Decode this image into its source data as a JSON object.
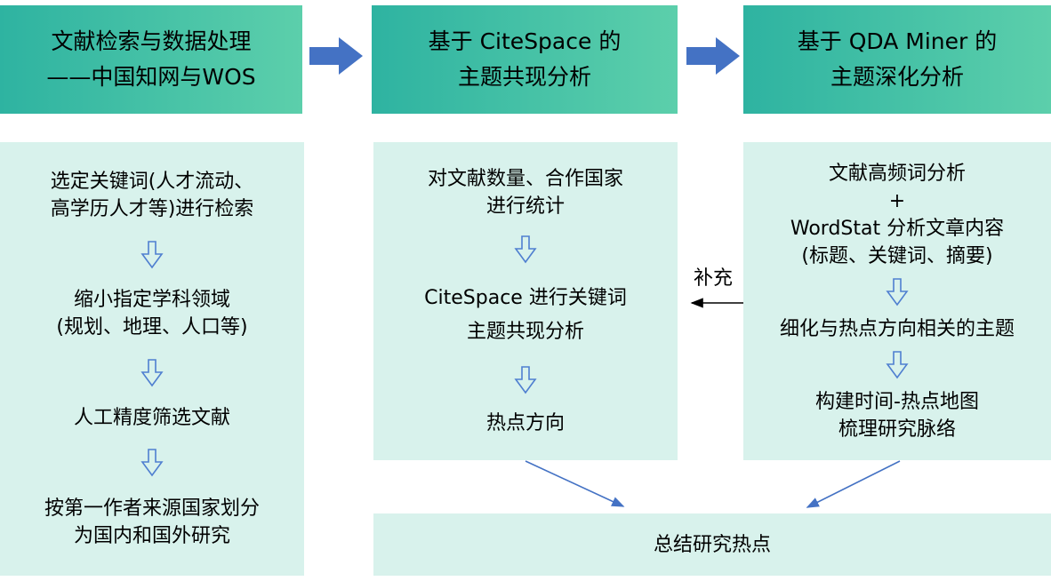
{
  "colors": {
    "header_start": "#2eb3a1",
    "header_end": "#5ccfab",
    "box_bg": "#d8f2ec",
    "block_arrow": "#4472c4",
    "hollow_arrow": "#4f7fd0",
    "thin_arrow": "#4472c4",
    "connector_black": "#000000"
  },
  "headers": [
    {
      "line1": "文献检索与数据处理",
      "line2": "——中国知网与WOS"
    },
    {
      "line1": "基于 CiteSpace 的",
      "line2": "主题共现分析"
    },
    {
      "line1": "基于 QDA Miner 的",
      "line2": "主题深化分析"
    }
  ],
  "left_steps": [
    [
      "选定关键词(人才流动、",
      "高学历人才等)进行检索"
    ],
    [
      "缩小指定学科领域",
      "(规划、地理、人口等)"
    ],
    [
      "人工精度筛选文献"
    ],
    [
      "按第一作者来源国家划分",
      "为国内和国外研究"
    ]
  ],
  "mid_steps": [
    [
      "对文献数量、合作国家",
      "进行统计"
    ],
    [
      "CiteSpace 进行关键词",
      "主题共现分析"
    ],
    [
      "热点方向"
    ]
  ],
  "right_steps": [
    [
      "文献高频词分析",
      "+",
      "WordStat 分析文章内容",
      "(标题、关键词、摘要)"
    ],
    [
      "细化与热点方向相关的主题"
    ],
    [
      "构建时间-热点地图",
      "梳理研究脉络"
    ]
  ],
  "connector": {
    "label": "补充"
  },
  "bottom": {
    "label": "总结研究热点"
  }
}
